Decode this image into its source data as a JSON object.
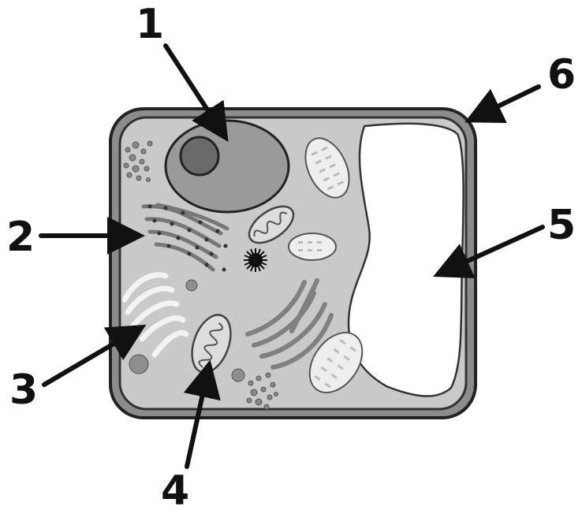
{
  "labels": {
    "l1": "1",
    "l2": "2",
    "l3": "3",
    "l4": "4",
    "l5": "5",
    "l6": "6"
  },
  "colors": {
    "cell_wall": "#5a5a5a",
    "cytoplasm": "#c9c9c9",
    "nucleus": "#9a9a9a",
    "nucleolus": "#6a6a6a",
    "vacuole": "#ffffff",
    "arrow": "#111111"
  }
}
